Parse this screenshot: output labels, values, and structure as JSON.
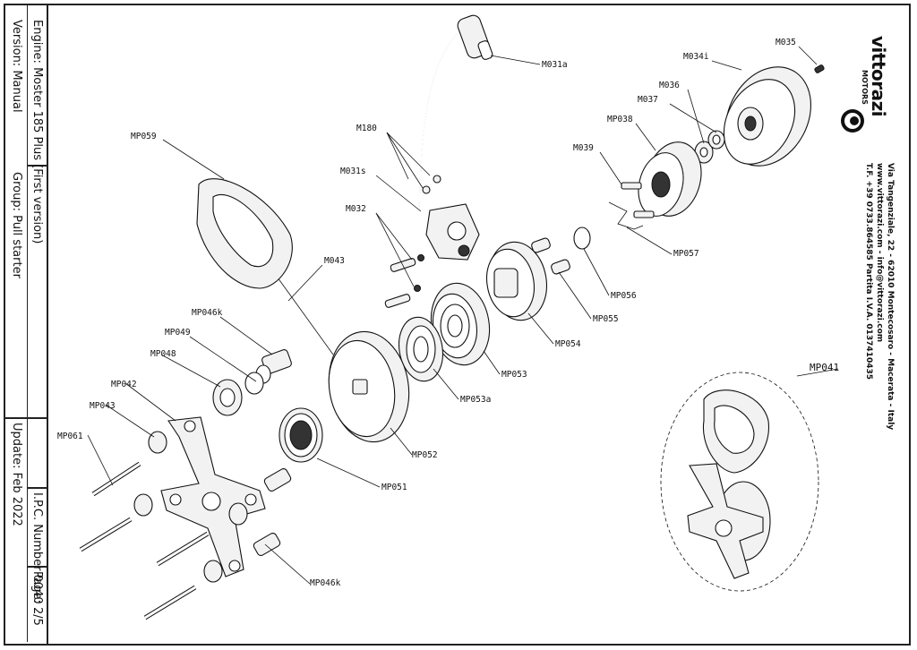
{
  "titleblock": {
    "engine": "Engine: Moster 185 Plus (First version)",
    "version": "Version: Manual",
    "group": "Group: Pull starter",
    "update": "Update: Feb 2022",
    "ipc": "I.P.C. Number 0040",
    "page": "Page: 2/5"
  },
  "company": {
    "logo_text": "vittorazi",
    "logo_sub": "MOTORS",
    "address": "Via Tangenziale, 22 - 62010 Montecosaro - Macerata - Italy",
    "web": "www.vittorazi.com - info@vittorazi.com",
    "phone": "T.F. +39 0733.864585 Partita I.V.A. 0137410435"
  },
  "parts": {
    "M031a": "M031a",
    "M034i": "M034i",
    "M035": "M035",
    "M180": "M180",
    "M036": "M036",
    "M037": "M037",
    "M038": "MP038",
    "M031s": "M031s",
    "M039": "M039",
    "MP059": "MP059",
    "M032": "M032",
    "MP057": "MP057",
    "M043": "M043",
    "MP056": "MP056",
    "MP046k_top": "MP046k",
    "MP055": "MP055",
    "MP049": "MP049",
    "MP054": "MP054",
    "MP041": "MP041",
    "MP048": "MP048",
    "MP053": "MP053",
    "MP042": "MP042",
    "MP053a": "MP053a",
    "MP043": "MP043",
    "MP061": "MP061",
    "MP052": "MP052",
    "MP051": "MP051",
    "MP046k_bottom": "MP046k"
  }
}
